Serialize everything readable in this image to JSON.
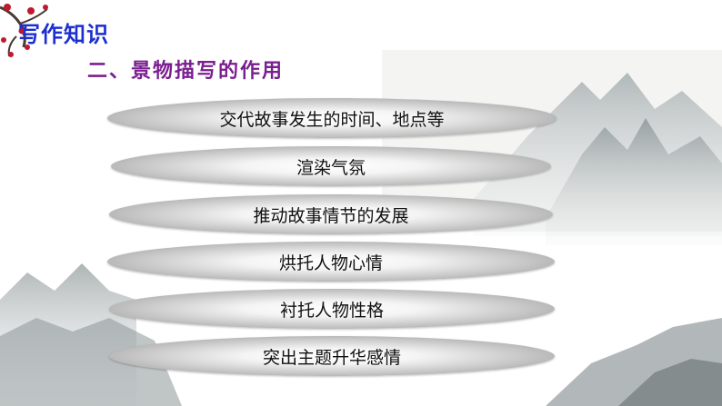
{
  "slide": {
    "topic_title": "写作知识",
    "section_heading": "二、景物描写的作用",
    "items": [
      {
        "label": "交代故事发生的时间、地点等"
      },
      {
        "label": "渲染气氛"
      },
      {
        "label": "推动故事情节的发展"
      },
      {
        "label": "烘托人物心情"
      },
      {
        "label": "衬托人物性格"
      },
      {
        "label": "突出主题升华感情"
      }
    ]
  },
  "colors": {
    "topic_title": "#1c2fd0",
    "section_heading": "#7a1f8f",
    "plum_blossom": "#c0182e",
    "pill_center": "#ffffff",
    "pill_edge": "#8d8d8d"
  }
}
